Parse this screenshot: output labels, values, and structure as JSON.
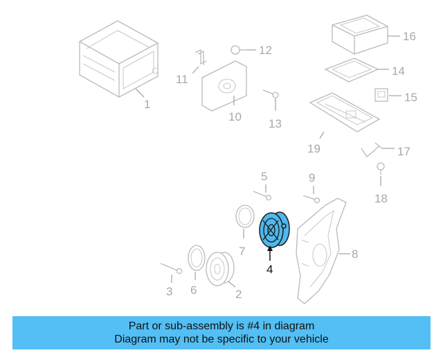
{
  "diagram": {
    "highlight_color": "#4fb8ec",
    "highlighted_part": "4",
    "callouts": [
      "1",
      "2",
      "3",
      "4",
      "5",
      "6",
      "7",
      "8",
      "9",
      "10",
      "11",
      "12",
      "13",
      "14",
      "15",
      "16",
      "17",
      "18",
      "19"
    ]
  },
  "banner": {
    "background": "#53bff4",
    "line1": "Part or sub-assembly is #4 in diagram",
    "line2": "Diagram may not be specific to your vehicle"
  }
}
